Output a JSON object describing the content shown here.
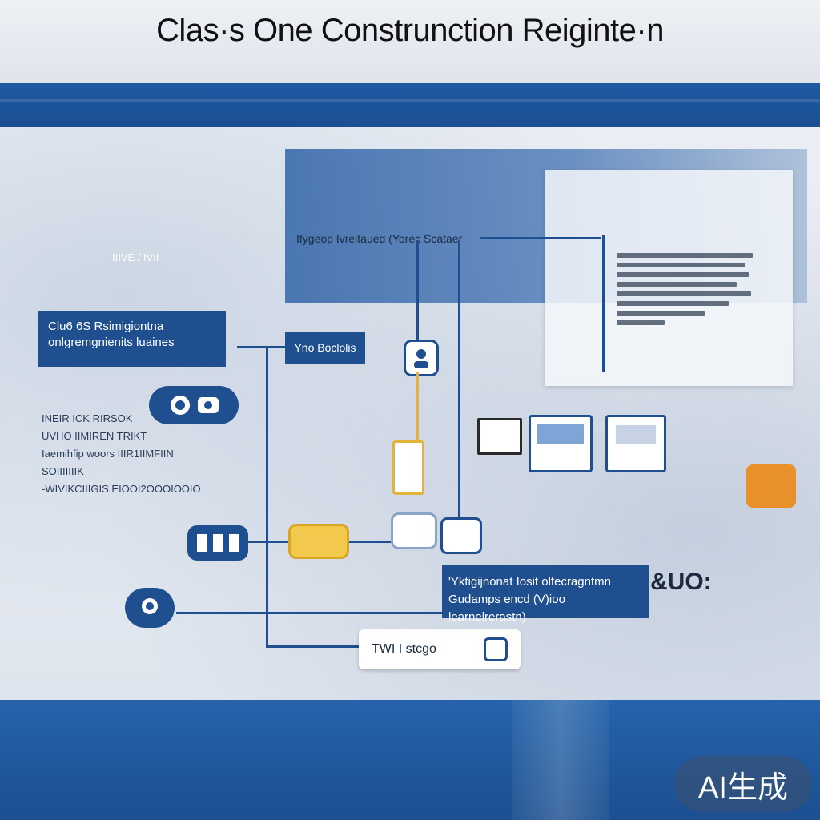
{
  "title": "Clas·s One   Construnction Reiginte·n",
  "diagram": {
    "top_bar_label": "Ifygeop Ivreltaued  (Yorec Scataer",
    "left_box": {
      "line1": "Clu6 6S Rsimigiontna",
      "line2": "onlgremgnienits luaines"
    },
    "small_box": "Yno Boclolis",
    "left_list": [
      "INEIR ICK RIRSOK",
      "UVHO IIMIREN TRIKT",
      "Iaemihfip woors IIIR1IIMFIIN SOIIIIIIIK",
      "-WIVIKCIIIGIS EIOOI2OOOIOOIO"
    ],
    "small_left_text": "IIIVE / IVII",
    "bottom_callout": {
      "line1": "'Yktigijnonat Iosit olfecragntmn",
      "line2": "Gudamps encd (V)ioo learnelrerastn)"
    },
    "callout_side": "&UO:",
    "bottom_pill_text": "TWI  I  stcgo",
    "doc_rows": 8
  },
  "watermark": "AI生成",
  "colors": {
    "primary_blue": "#1f4f8e",
    "accent_yellow": "#e3b43c",
    "accent_orange": "#e8902a"
  }
}
